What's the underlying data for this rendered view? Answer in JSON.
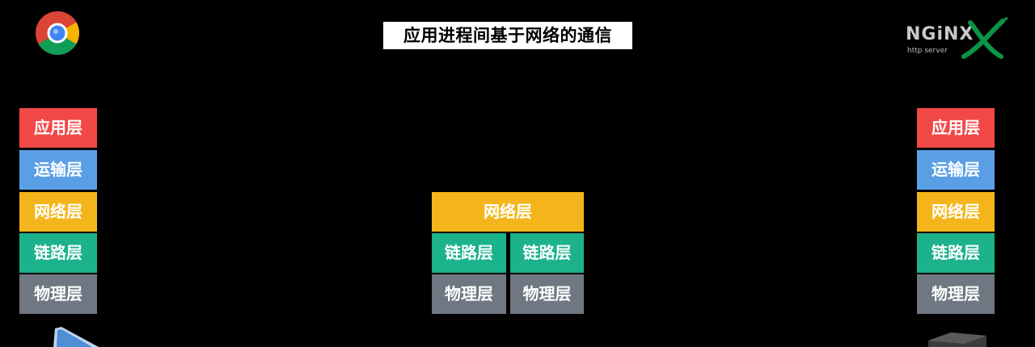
{
  "title": "应用进程间基于网络的通信",
  "left_stack": {
    "layers": [
      "应用层",
      "运输层",
      "网络层",
      "链路层",
      "物理层"
    ]
  },
  "router": {
    "network_layer": "网络层",
    "left_column": [
      "链路层",
      "物理层"
    ],
    "right_column": [
      "链路层",
      "物理层"
    ]
  },
  "right_stack": {
    "layers": [
      "应用层",
      "运输层",
      "网络层",
      "链路层",
      "物理层"
    ]
  },
  "logos": {
    "client_icon": "chrome-icon",
    "server_icon": "nginx-icon",
    "nginx_name": "NGiNX",
    "nginx_tagline": "http server"
  },
  "colors": {
    "application": "#f24848",
    "transport": "#5a9fe5",
    "network": "#f3b51b",
    "link": "#1bb28c",
    "physical": "#6e7782"
  }
}
